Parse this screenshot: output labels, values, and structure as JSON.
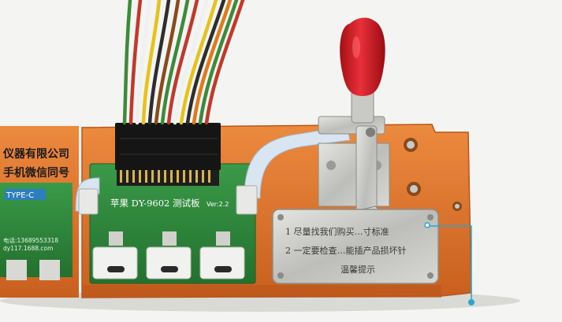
{
  "image": {
    "description_free": true
  },
  "left_label": {
    "line1": "仪器有限公司",
    "line2": "手机微信同号",
    "type_c": "TYPE-C",
    "phone": "电话:13689553318",
    "site": "dy117.1688.com"
  },
  "board": {
    "title": "苹果 DY-9602 测试板",
    "version": "Ver:2.2"
  },
  "plate": {
    "line1": "1 尽量找我们购买…寸标准",
    "line2": "2 一定要检查…能插产品损坏针",
    "line3": "温馨提示"
  },
  "colors": {
    "orange": "#e0742c",
    "orange_dark": "#b9561a",
    "pcb_green": "#2e8a3c",
    "metal": "#c9c9c6",
    "knob_red": "#d41a22",
    "pointer": "#2aa6cf"
  }
}
